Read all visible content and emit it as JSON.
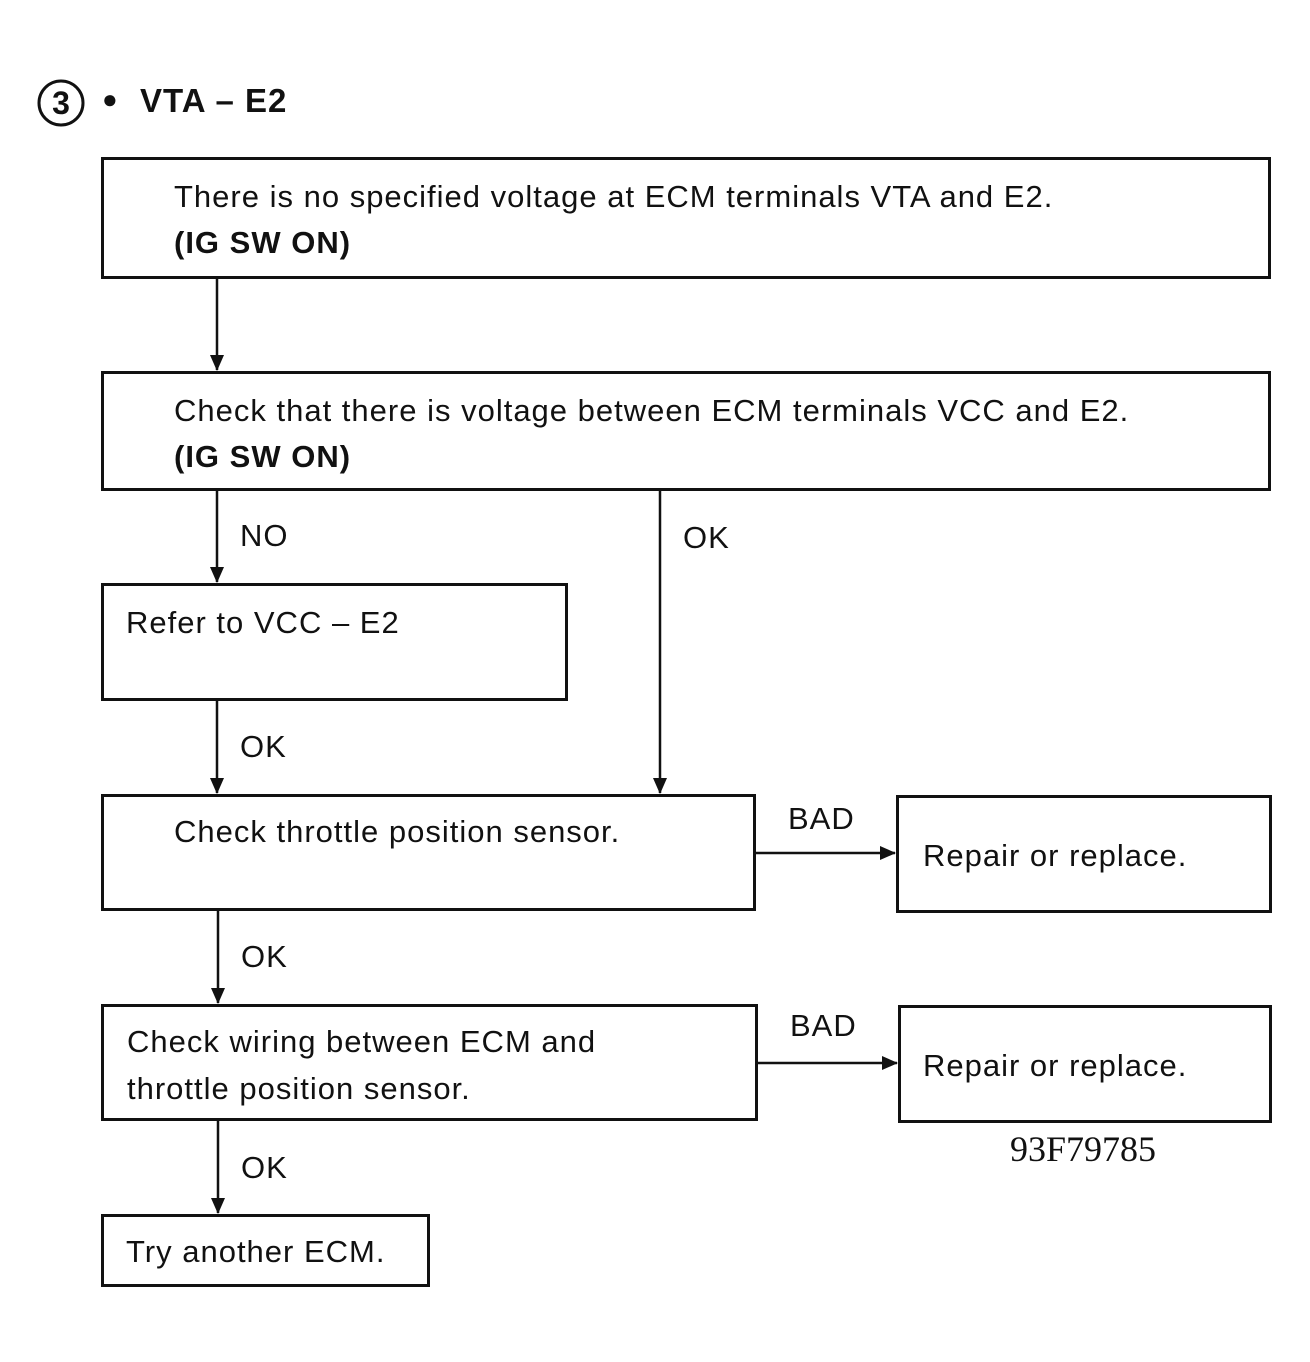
{
  "header": {
    "step_number": "3",
    "bullet": "●",
    "title": "VTA – E2"
  },
  "nodes": {
    "start": {
      "line1": "There is no specified voltage at ECM terminals VTA and E2.",
      "line2": "(IG SW ON)"
    },
    "check_vcc": {
      "line1": "Check that there is voltage between ECM terminals VCC and E2.",
      "line2": "(IG SW ON)"
    },
    "refer_vcc": {
      "line1": "Refer to VCC – E2"
    },
    "check_tps": {
      "line1": "Check throttle position sensor."
    },
    "repair1": {
      "line1": "Repair or replace."
    },
    "check_wiring": {
      "line1": "Check wiring between ECM and",
      "line2": "throttle position sensor."
    },
    "repair2": {
      "line1": "Repair or replace."
    },
    "try_ecm": {
      "line1": "Try another ECM."
    }
  },
  "edge_labels": {
    "no": "NO",
    "ok_right": "OK",
    "ok_refer": "OK",
    "bad1": "BAD",
    "ok_tps": "OK",
    "bad2": "BAD",
    "ok_wiring": "OK"
  },
  "figure_code": "93F79785",
  "colors": {
    "ink": "#111111",
    "paper": "#ffffff"
  }
}
